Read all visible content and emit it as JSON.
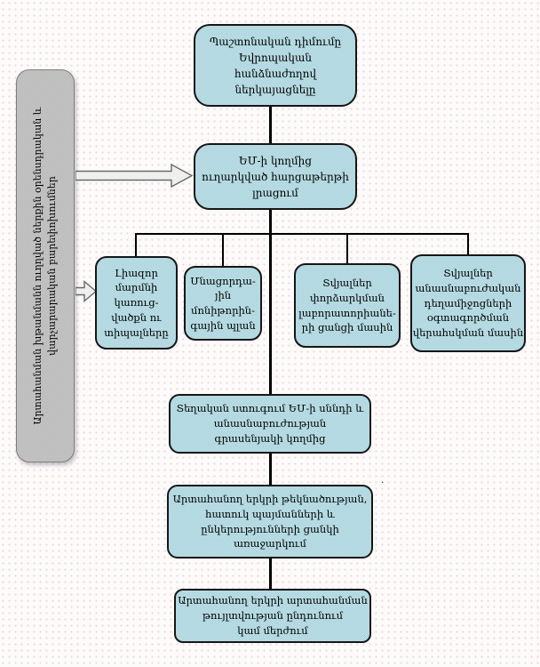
{
  "colors": {
    "node_fill_light": "#c7e4ea",
    "node_fill_dark": "#a2cfd9",
    "node_border": "#161616",
    "side_box_fill": "#c1c1c1",
    "connector_line": "#000000",
    "background_dot": "#ecd8db",
    "background_base": "#fdfafa"
  },
  "nodes": {
    "application": {
      "label": "Պաշտոնական դիմումը\nԵվրոպական\nհանձնաժողով\nներկայացնելը"
    },
    "questionnaire": {
      "label": "ԵՄ-ի կողմից\nուղարկված հարցաթերթի\nլրացում"
    },
    "side_reforms": {
      "label": "Արտահանման խթանմանն ուղղված ներքին օրենսդրական և\nվարչարարական բարեփոխումներ"
    },
    "authority_structure": {
      "label": "Լիազոր\nմարմնի\nկառուց-\nվածքն ու\nտիպալները"
    },
    "residue_monitoring_plan": {
      "label": "Մնացորդա-\nյին\nմոնիթորին-\nգային պլան"
    },
    "laboratory_network": {
      "label": "Տվյալներ\nփորձարկման\nլաբորատորիանե-\nրի ցանցի մասին"
    },
    "veterinary_drug_control": {
      "label": "Տվյալներ\nանասնաբուժական\nդեղամիջոցների\nօգտագործման\nվերահսկման մասին"
    },
    "local_inspection": {
      "label": "Տեղական ստուգում ԵՄ-ի սննդի և\nանասնաբուժության\nգրասենյակի կողմից"
    },
    "candidacy_proposal": {
      "label": "Արտահանող երկրի թեկնածության,\nհատուկ պայմանների և\nընկերությունների ցանկի առաջարկում"
    },
    "final_decision": {
      "label": "Արտահանող երկրի արտահանման\nթույլտվության ընդունում\nկամ մերժում"
    }
  },
  "stray_mark": "."
}
